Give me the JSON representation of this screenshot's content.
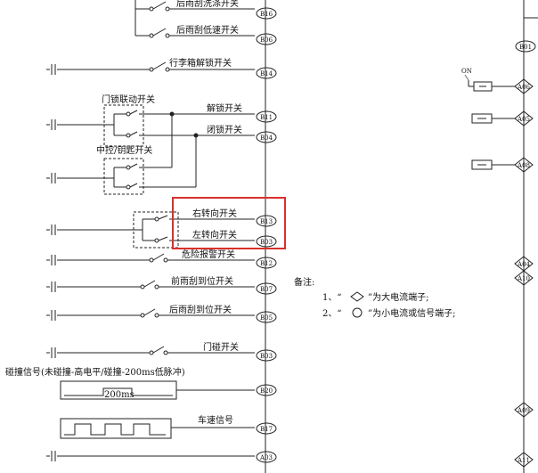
{
  "rows": [
    {
      "label": "后雨刮洗涤开关",
      "pin": "B16"
    },
    {
      "label": "后雨刮低速开关",
      "pin": "B06"
    },
    {
      "label": "行李箱解锁开关",
      "pin": "B14"
    },
    {
      "label": "解锁开关",
      "pin": "B11"
    },
    {
      "label": "闭锁开关",
      "pin": "B04"
    },
    {
      "label": "右转向开关",
      "pin": "B13"
    },
    {
      "label": "左转向开关",
      "pin": "B03"
    },
    {
      "label": "危险报警开关",
      "pin": "B12"
    },
    {
      "label": "前雨刮到位开关",
      "pin": "B07"
    },
    {
      "label": "后雨刮到位开关",
      "pin": "B05"
    },
    {
      "label": "门碰开关",
      "pin": "B03"
    },
    {
      "label": "",
      "pin": "B20"
    },
    {
      "label": "车速信号",
      "pin": "B17"
    },
    {
      "label": "",
      "pin": "A03"
    }
  ],
  "group_labels": {
    "door_lock": "门锁联动开关",
    "key_switch": "中控/钥匙开关"
  },
  "crash_signal": "碰撞信号(未碰撞-高电平/碰撞-200ms低脉冲)",
  "pulse_label": "200ms",
  "notes": {
    "title": "备注:",
    "line1_prefix": "1、“",
    "line1_suffix": "”为大电流端子;",
    "line2_prefix": "2、“",
    "line2_suffix": "”为小电流或信号端子;"
  },
  "right_side": {
    "on_label": "ON",
    "top_pin": "B01",
    "diamond_pins": [
      "A06",
      "A05",
      "A08",
      "A04",
      "A10",
      "A09",
      "A11"
    ]
  }
}
